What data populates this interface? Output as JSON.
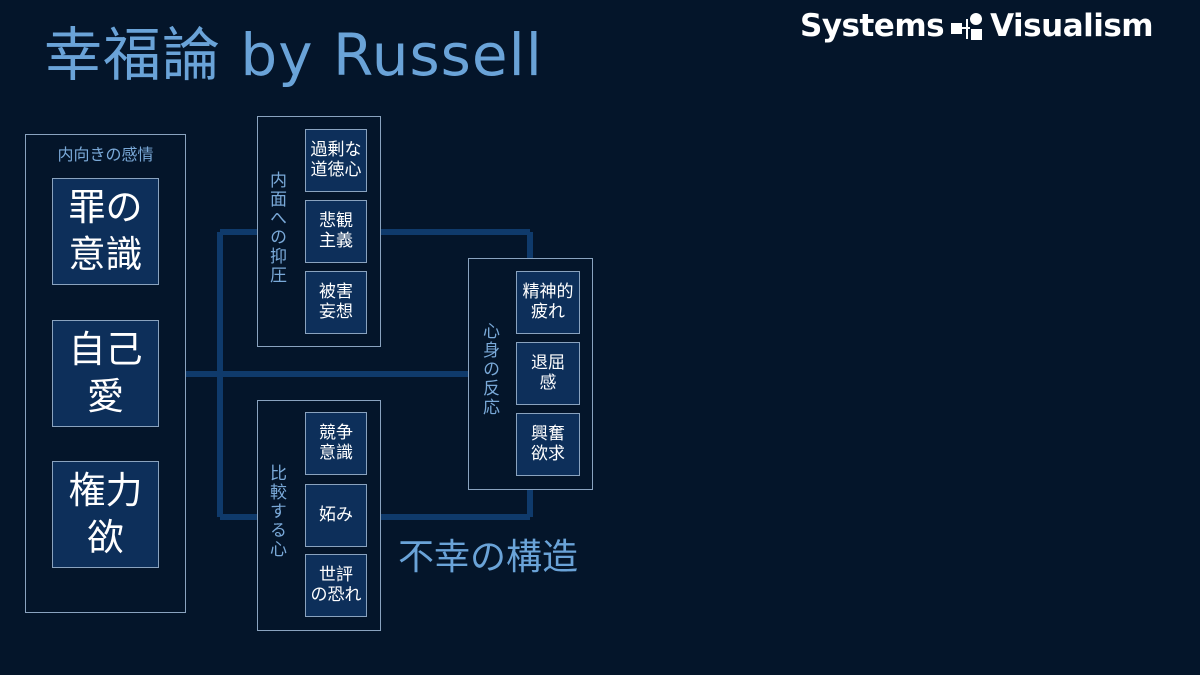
{
  "title": "幸福論 by Russell",
  "brand": {
    "left": "Systems",
    "right": "Visualism",
    "logo_icon": "systems-visualism-logo-icon"
  },
  "inward_emotions": {
    "label": "内向きの感情",
    "items": [
      "罪の\n意識",
      "自己\n愛",
      "権力\n欲"
    ]
  },
  "inner_suppression": {
    "label": "内面への抑圧",
    "items": [
      "過剰な\n道徳心",
      "悲観\n主義",
      "被害\n妄想"
    ]
  },
  "comparing_mind": {
    "label": "比較する心",
    "items": [
      "競争\n意識",
      "妬み",
      "世評\nの恐れ"
    ]
  },
  "mind_body_reaction": {
    "label": "心身の反応",
    "items": [
      "精神的\n疲れ",
      "退屈\n感",
      "興奮\n欲求"
    ]
  },
  "structure_label": "不幸の構造",
  "colors": {
    "background": "#04152a",
    "title": "#6aa3d8",
    "box_fill": "#0d2f5a",
    "box_border": "#8aa3bf",
    "connector": "#0f3a6b"
  }
}
